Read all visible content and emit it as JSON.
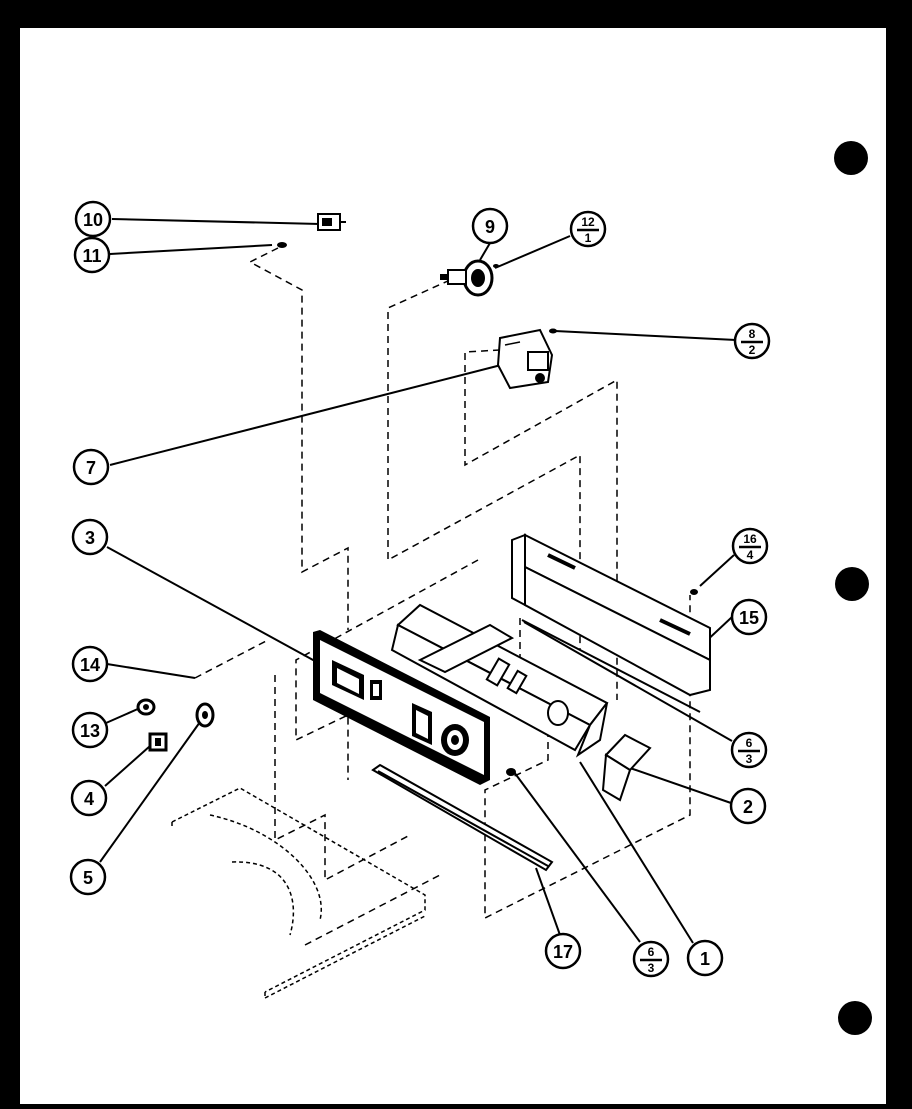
{
  "colors": {
    "ink": "#000000",
    "paper": "#ffffff",
    "frame": "#000000"
  },
  "callouts": {
    "c1": {
      "text": "1"
    },
    "c2": {
      "text": "2"
    },
    "c3": {
      "text": "3"
    },
    "c4": {
      "text": "4"
    },
    "c5": {
      "text": "5"
    },
    "c7": {
      "text": "7"
    },
    "c9": {
      "text": "9"
    },
    "c10": {
      "text": "10"
    },
    "c11": {
      "text": "11"
    },
    "c13": {
      "text": "13"
    },
    "c14": {
      "text": "14"
    },
    "c15": {
      "text": "15"
    },
    "c17": {
      "text": "17"
    },
    "c12_1": {
      "top": "12",
      "bottom": "1"
    },
    "c8_2": {
      "top": "8",
      "bottom": "2"
    },
    "c16_4": {
      "top": "16",
      "bottom": "4"
    },
    "c6_3a": {
      "top": "6",
      "bottom": "3"
    },
    "c6_3b": {
      "top": "6",
      "bottom": "3"
    }
  }
}
